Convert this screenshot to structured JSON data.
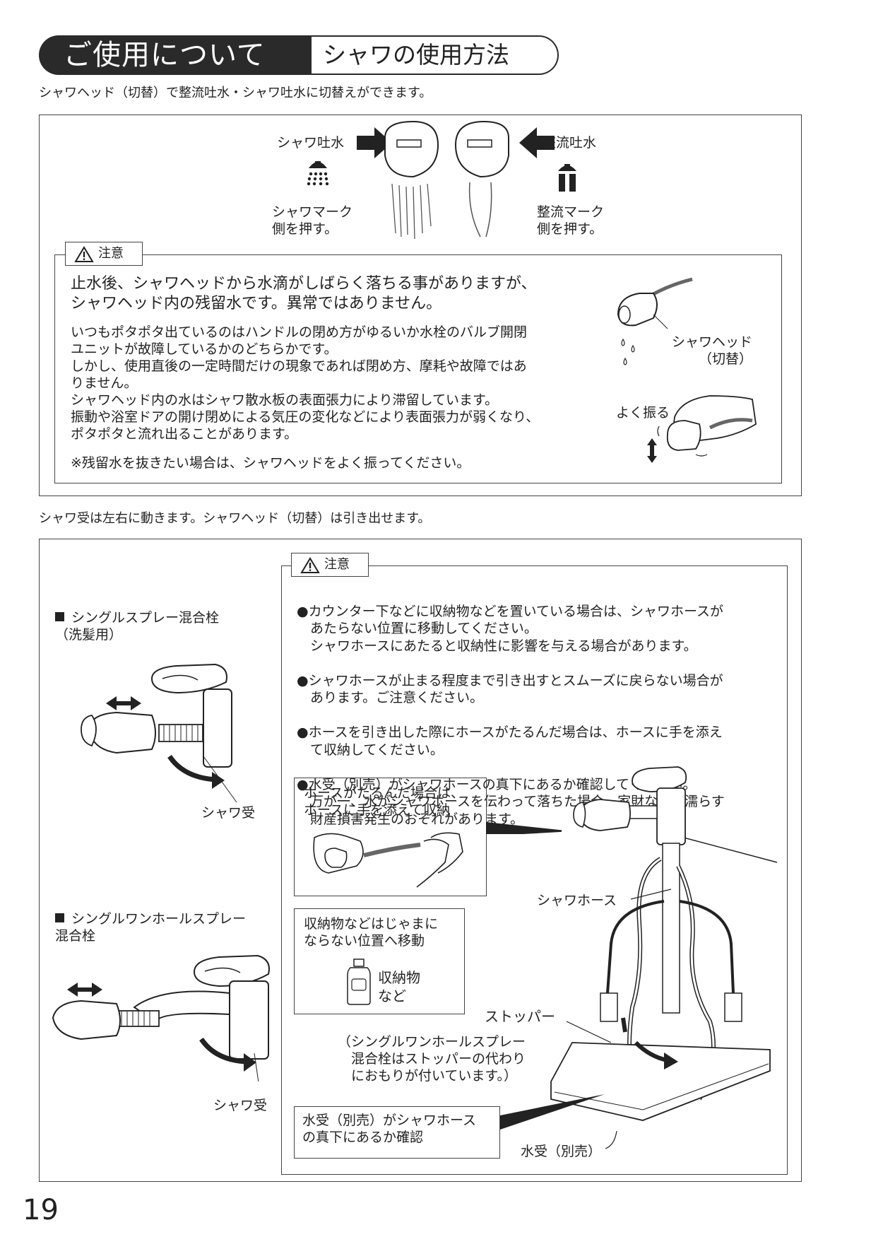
{
  "header": {
    "section_title": "ご使用について",
    "subsection_title": "シャワの使用方法"
  },
  "section1": {
    "intro": "シャワヘッド（切替）で整流吐水・シャワ吐水に切替えができます。",
    "shower_spray_label": "シャワ吐水",
    "straight_spray_label": "整流吐水",
    "shower_mark_caption": "シャワマーク\n側を押す。",
    "straight_mark_caption": "整流マーク\n側を押す。",
    "caution_label": "注意",
    "caution_lead": "止水後、シャワヘッドから水滴がしばらく落ちる事がありますが、\nシャワヘッド内の残留水です。異常ではありません。",
    "caution_body": "いつもポタポタ出ているのはハンドルの閉め方がゆるいか水栓のバルブ開閉\nユニットが故障しているかのどちらかです。\nしかし、使用直後の一定時間だけの現象であれば閉め方、摩耗や故障ではあ\nりません。\nシャワヘッド内の水はシャワ散水板の表面張力により滞留しています。\n振動や浴室ドアの開け閉めによる気圧の変化などにより表面張力が弱くなり、\nポタポタと流れ出ることがあります。",
    "caution_note": "※残留水を抜きたい場合は、シャワヘッドをよく振ってください。",
    "shower_head_label": "シャワヘッド\n（切替）",
    "shake_label": "よく振る"
  },
  "section2": {
    "intro": "シャワ受は左右に動きます。シャワヘッド（切替）は引き出せます。",
    "faucet1_title": "シングルスプレー混合栓\n（洗髪用）",
    "faucet1_receiver": "シャワ受",
    "faucet2_title": "シングルワンホールスプレー\n混合栓",
    "faucet2_receiver": "シャワ受",
    "caution_label": "注意",
    "caution_items": [
      "●カウンター下などに収納物などを置いている場合は、シャワホースが\n　あたらない位置に移動してください。\n　シャワホースにあたると収納性に影響を与える場合があります。",
      "●シャワホースが止まる程度まで引き出すとスムーズに戻らない場合が\n　あります。ご注意ください。",
      "●ホースを引き出した際にホースがたるんだ場合は、ホースに手を添え\n　て収納してください。",
      "●水受（別売）がシャワホースの真下にあるか確認してください。\n　万が一、水がシャワホースを伝わって落ちた場合、家財などを濡らす\n　財産損害発生のおそれがあります。"
    ],
    "hose_slack_note": "ホースがたるんだ場合は、\nホースに手を添えて収納",
    "storage_note": "収納物などはじゃまに\nならない位置へ移動",
    "storage_item_label": "収納物\nなど",
    "shower_hose_label": "シャワホース",
    "stopper_label": "ストッパー",
    "stopper_note": "（シングルワンホールスプレー\n　混合栓はストッパーの代わり\n　におもりが付いています。）",
    "tray_check_note": "水受（別売）がシャワホース\nの真下にあるか確認",
    "tray_label": "水受（別売）"
  },
  "page_number": "19"
}
